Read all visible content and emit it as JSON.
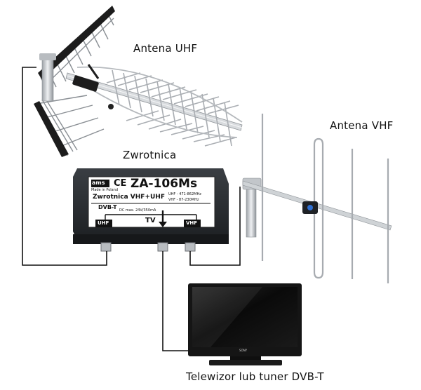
{
  "labels": {
    "uhf_antenna": "Antena UHF",
    "vhf_antenna": "Antena VHF",
    "splitter": "Zwrotnica",
    "tv": "Telewizor lub tuner DVB-T"
  },
  "splitter_device": {
    "brand": "ams",
    "made_in": "Made in Poland",
    "model": "ZA-106Ms",
    "ce_mark": "CE",
    "name": "Zwrotnica VHF+UHF",
    "standard": "DVB-T",
    "uhf_range": "UHF - 471-862MHz",
    "vhf_range": "VHF - 87-230MHz",
    "dc_note": "DC max. 24V/350mA",
    "port_uhf": "UHF",
    "port_tv": "TV",
    "port_vhf": "VHF"
  },
  "tv_device": {
    "brand": "SONY"
  },
  "colors": {
    "wire": "#111111",
    "metal": "#c9ccd0",
    "splitter_body": "#2a2d31",
    "tv_body": "#141414"
  }
}
